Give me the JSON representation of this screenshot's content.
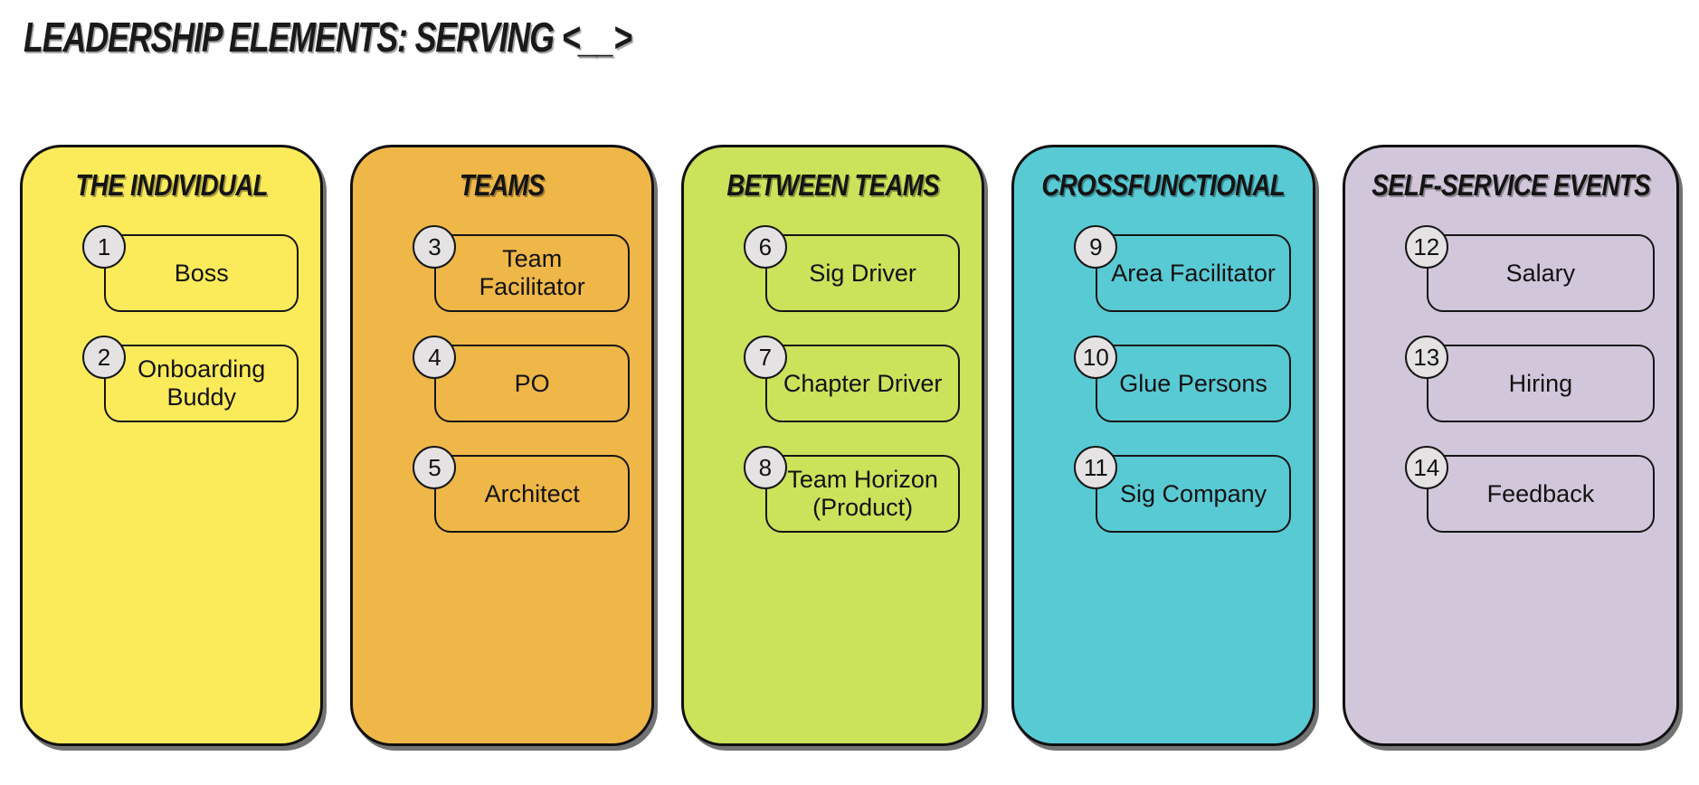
{
  "title": "LEADERSHIP ELEMENTS: SERVING <__>",
  "colors": {
    "background": "#ffffff",
    "outline": "#101010",
    "badge_fill": "#e4e2e3",
    "panel_1": "#fbeb5b",
    "panel_2": "#efb747",
    "panel_3": "#cbe25b",
    "panel_4": "#58cad4",
    "panel_5": "#d2c7da"
  },
  "panels": [
    {
      "header": "THE INDIVIDUAL",
      "color": "#fbeb5b",
      "items": [
        {
          "number": "1",
          "label": "Boss"
        },
        {
          "number": "2",
          "label": "Onboarding\nBuddy"
        }
      ]
    },
    {
      "header": "TEAMS",
      "color": "#efb747",
      "items": [
        {
          "number": "3",
          "label": "Team\nFacilitator"
        },
        {
          "number": "4",
          "label": "PO"
        },
        {
          "number": "5",
          "label": "Architect"
        }
      ]
    },
    {
      "header": "BETWEEN TEAMS",
      "color": "#cbe25b",
      "items": [
        {
          "number": "6",
          "label": "Sig Driver"
        },
        {
          "number": "7",
          "label": "Chapter Driver"
        },
        {
          "number": "8",
          "label": "Team Horizon\n(Product)"
        }
      ]
    },
    {
      "header": "CROSSFUNCTIONAL",
      "color": "#58cad4",
      "items": [
        {
          "number": "9",
          "label": "Area Facilitator"
        },
        {
          "number": "10",
          "label": "Glue Persons"
        },
        {
          "number": "11",
          "label": "Sig Company"
        }
      ]
    },
    {
      "header": "SELF-SERVICE EVENTS",
      "color": "#d2c7da",
      "items": [
        {
          "number": "12",
          "label": "Salary"
        },
        {
          "number": "13",
          "label": "Hiring"
        },
        {
          "number": "14",
          "label": "Feedback"
        }
      ]
    }
  ]
}
